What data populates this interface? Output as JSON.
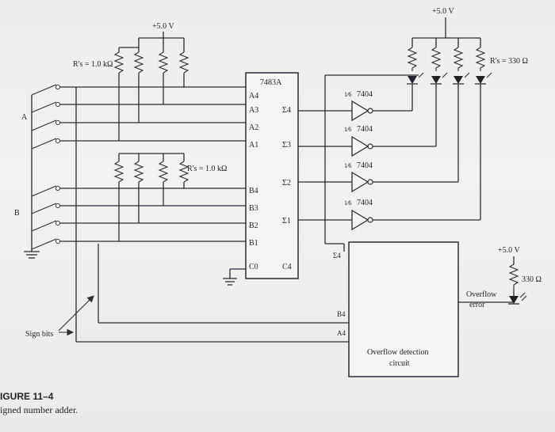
{
  "supply": {
    "left": "+5.0 V",
    "top_right": "+5.0 V",
    "right": "+5.0 V"
  },
  "resistors": {
    "a_inputs": "R's = 1.0 kΩ",
    "b_inputs": "R's = 1.0 kΩ",
    "leds": "R's = 330 Ω",
    "overflow": "330 Ω"
  },
  "inputs": {
    "a_label": "A",
    "b_label": "B"
  },
  "adder": {
    "part": "7483A",
    "a_pins": [
      "A4",
      "A3",
      "A2",
      "A1"
    ],
    "b_pins": [
      "B4",
      "B3",
      "B2",
      "B1"
    ],
    "sum_pins": [
      "Σ4",
      "Σ3",
      "Σ2",
      "Σ1"
    ],
    "carry_in": "C0",
    "carry_out": "C4"
  },
  "inverters": [
    "7404",
    "7404",
    "7404",
    "7404"
  ],
  "overflow_circuit": {
    "title_line1": "Overflow detection",
    "title_line2": "circuit",
    "input_sum": "Σ4",
    "input_b": "B4",
    "input_a": "A4"
  },
  "overflow_led_label": [
    "Overflow",
    "error"
  ],
  "sign_bits_label": "Sign bits",
  "caption": {
    "figure": "IGURE 11–4",
    "title": "igned number adder."
  }
}
